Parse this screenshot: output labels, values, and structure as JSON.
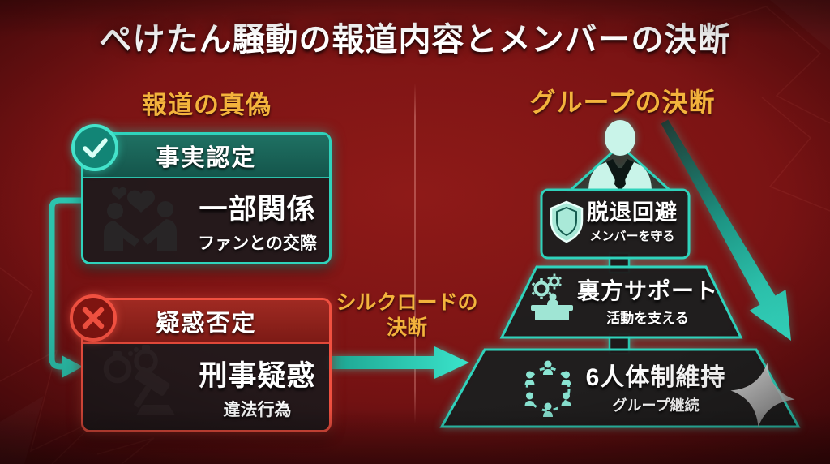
{
  "title": "ぺけたん騒動の報道内容とメンバーの決断",
  "left": {
    "heading": "報道の真偽",
    "fact_box": {
      "header": "事実認定",
      "main_text": "一部関係",
      "sub_text": "ファンとの交際",
      "badge_icon": "check-icon",
      "body_icon": "couple-heart-icon"
    },
    "denial_box": {
      "header": "疑惑否定",
      "main_text": "刑事疑惑",
      "sub_text": "違法行為",
      "badge_icon": "cross-icon",
      "body_icon": "handcuffs-gavel-icon"
    }
  },
  "center": {
    "decision_line1": "シルクロードの",
    "decision_line2": "決断"
  },
  "right": {
    "heading": "グループの決断",
    "apex_icon": "businessman-icon",
    "pyramid": [
      {
        "title": "脱退回避",
        "subtitle": "メンバーを守る",
        "icon": "shield-icon"
      },
      {
        "title": "裏方サポート",
        "subtitle": "活動を支える",
        "icon": "gears-support-icon"
      },
      {
        "title": "6人体制維持",
        "subtitle": "グループ継続",
        "icon": "team-circle-icon"
      }
    ]
  },
  "colors": {
    "background": "#8a1716",
    "accent_teal": "#2fd3bc",
    "accent_red": "#f05040",
    "accent_gold": "#f3b33c",
    "panel_dark": "#241d1f",
    "silver": "#c9c9c9"
  }
}
